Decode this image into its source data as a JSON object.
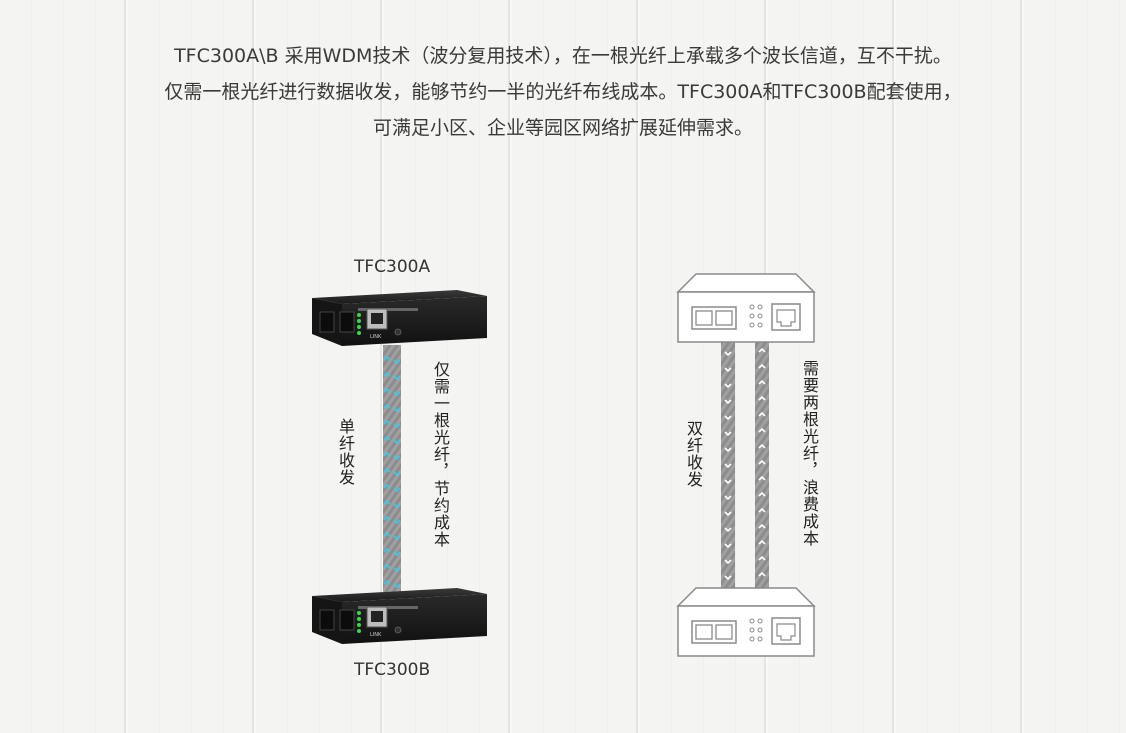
{
  "intro": {
    "line1": "TFC300A\\B 采用WDM技术（波分复用技术），在一根光纤上承载多个波长信道，互不干扰。",
    "line2": "仅需一根光纤进行数据收发，能够节约一半的光纤布线成本。TFC300A和TFC300B配套使用，",
    "line3": "可满足小区、企业等园区网络扩展延伸需求。"
  },
  "left": {
    "top_model": "TFC300A",
    "bottom_model": "TFC300B",
    "fiber_label": "单纤收发",
    "note": "仅需一根光纤，节约成本"
  },
  "right": {
    "fiber_label": "双纤收发",
    "note": "需要两根光纤，浪费成本"
  },
  "colors": {
    "fiber_gray": "#9a9a9a",
    "arrow_blue": "#3cc8f0",
    "device_dark": "#1b1b1b",
    "outline_gray": "#8a8a8a"
  }
}
